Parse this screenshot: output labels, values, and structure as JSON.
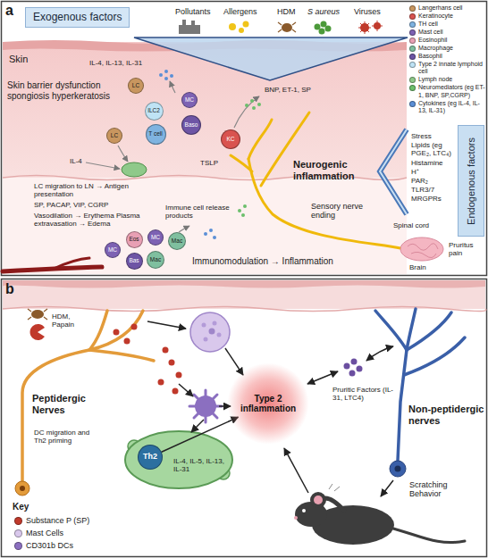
{
  "diagram": {
    "nodes": [
      {
        "text": [
          "Exogenous factors"
        ]
      },
      {
        "text": [
          "Endogenous factors"
        ]
      },
      {
        "text": [
          "LC"
        ]
      },
      {
        "text": [
          "ILC2"
        ]
      },
      {
        "text": [
          "MC"
        ]
      },
      {
        "text": [
          "T cell"
        ]
      },
      {
        "text": [
          "Baso"
        ]
      },
      {
        "text": [
          "LC"
        ]
      },
      {
        "text": [
          "KC"
        ]
      },
      {
        "text": [
          "MC"
        ]
      },
      {
        "text": [
          "Eos"
        ]
      },
      {
        "text": [
          "MC"
        ]
      },
      {
        "text": [
          "Mac"
        ]
      },
      {
        "text": [
          "Bas"
        ]
      },
      {
        "text": [
          "Mac"
        ]
      },
      {
        "text": [
          "Type 2 inflammation"
        ]
      },
      {
        "text": [
          "Th2"
        ]
      }
    ],
    "edges": [
      {
        "from": 16,
        "to": 15,
        "arrow": "to"
      }
    ],
    "labels": [
      "a",
      "Pollutants",
      "Allergens",
      "HDM",
      "S aureus",
      "Viruses",
      "Skin",
      "Skin barrier dysfunction spongiosis hyperkeratosis",
      "IL-4, IL-13, IL-31",
      "BNP, ET-1, SP",
      "TSLP",
      "Stress",
      "Lipids (eg PGE₂, LTC₄)",
      "Histamine",
      "H⁺",
      "PAR₂",
      "TLR3/7",
      "MRGPRs",
      "Pruritus pain",
      "IL-4",
      "LC migration to LN → Antigen presentation",
      "Neurogenic inflammation",
      "SP, PACAP, VIP, CGRP",
      "Vasodilation → Erythema Plasma extravasation → Edema",
      "Immune cell release products",
      "Sensory nerve ending",
      "Spinal cord",
      "Brain",
      "Immunomodulation → Inflammation",
      "b",
      "HDM, Papain",
      "Peptidergic Nerves",
      "Pruritic Factors (IL-31, LTC4)",
      "Non-peptidergic nerves",
      "DC migration and Th2 priming",
      "IL-4, IL-5, IL-13, IL-31",
      "Scratching Behavior",
      "Key"
    ],
    "legend": [
      {
        "text": "Langerhans cell",
        "color": "#c8965f"
      },
      {
        "text": "Keratinocyte",
        "color": "#d9534f"
      },
      {
        "text": "TH cell",
        "color": "#7fb3e0"
      },
      {
        "text": "Mast cell",
        "color": "#7d62b3"
      },
      {
        "text": "Eosinophil",
        "color": "#e8a0b4"
      },
      {
        "text": "Macrophage",
        "color": "#7fbf9f"
      },
      {
        "text": "Basophil",
        "color": "#6e55a5"
      },
      {
        "text": "Type 2 innate lymphoid cell",
        "color": "#bfe3f5"
      },
      {
        "text": "Lymph node",
        "color": "#8fc98a"
      },
      {
        "text": "Neuromediators (eg ET-1, BNP, SP,CGRP)",
        "color": "#6cbf6c"
      },
      {
        "text": "Cytokines (eg IL-4, IL-13, IL-31)",
        "color": "#5b8fd6"
      },
      {
        "text": "Substance P (SP)",
        "color": "#c0392b"
      },
      {
        "text": "Mast Cells",
        "color": "#d9c8ec"
      },
      {
        "text": "CD301b DCs",
        "color": "#8b6fc0"
      }
    ]
  }
}
